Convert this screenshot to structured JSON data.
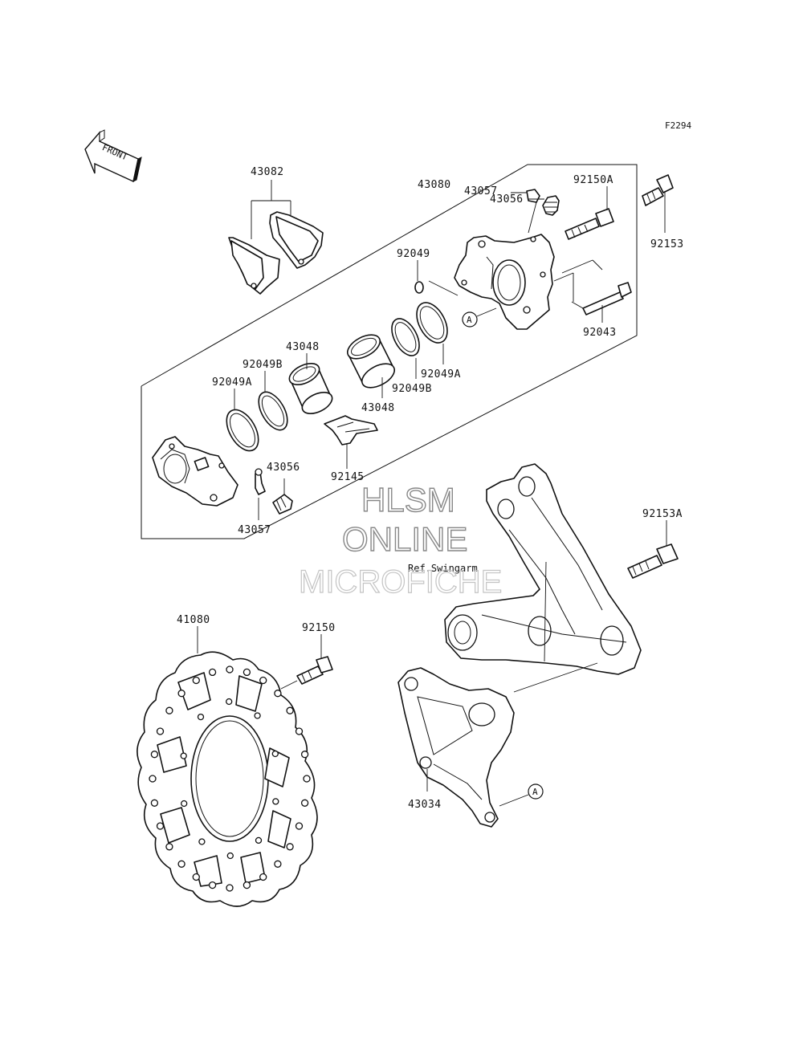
{
  "figure_code": "F2294",
  "front_arrow": {
    "label": "FRONT",
    "icon": "front-direction-arrow-icon"
  },
  "reference_note": "Ref.Swingarm",
  "watermark": {
    "line1": "HLSM",
    "line2": "ONLINE",
    "line3": "MICROFICHE"
  },
  "callout_marker": "A",
  "parts": {
    "p43082": "43082",
    "p43080": "43080",
    "p43056_top": "43056",
    "p43057_top": "43057",
    "p92150A": "92150A",
    "p92153": "92153",
    "p92049": "92049",
    "p92043": "92043",
    "p92049A_top": "92049A",
    "p92049B_top": "92049B",
    "p43048_top": "43048",
    "p43048_bottom": "43048",
    "p92049B_left": "92049B",
    "p92049A_left": "92049A",
    "p92145": "92145",
    "p43056_bottom": "43056",
    "p43057_bottom": "43057",
    "p92153A": "92153A",
    "p41080": "41080",
    "p92150": "92150",
    "p43034": "43034"
  }
}
